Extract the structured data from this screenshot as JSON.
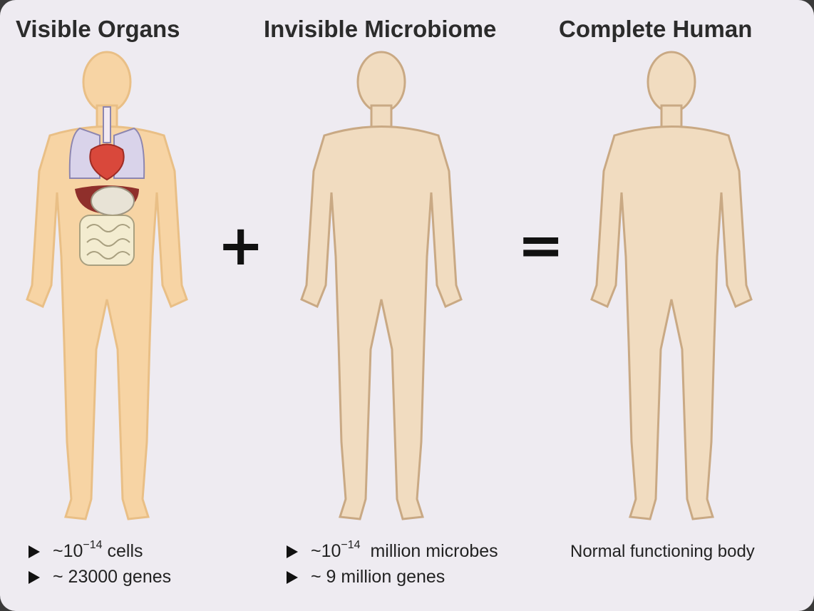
{
  "headings": {
    "left": "Visible Organs",
    "middle": "Invisible Microbiome",
    "right": "Complete Human"
  },
  "operators": {
    "plus": "+",
    "equals": "="
  },
  "left_facts": {
    "cells_prefix": "~10",
    "cells_exp": "−14",
    "cells_suffix": " cells",
    "genes": "~ 23000 genes"
  },
  "middle_facts": {
    "microbes_prefix": "~10",
    "microbes_exp": "−14",
    "microbes_suffix": "  million microbes",
    "genes": "~ 9 million genes"
  },
  "right_caption": "Normal functioning body",
  "colors": {
    "background": "#eeebf1",
    "skin": "#f7d4a4",
    "heart": "#d9483b",
    "lungs": "#d9d3ea",
    "microbe_blue": "#5a8fc9",
    "microbe_red": "#8f2f2b",
    "microbe_green": "#b7cf8c"
  },
  "icons": {
    "figure_left": "human-body-organs-icon",
    "figure_middle": "human-body-microbiome-icon",
    "figure_right": "human-body-complete-icon",
    "bullet": "right-triangle-bullet-icon"
  }
}
